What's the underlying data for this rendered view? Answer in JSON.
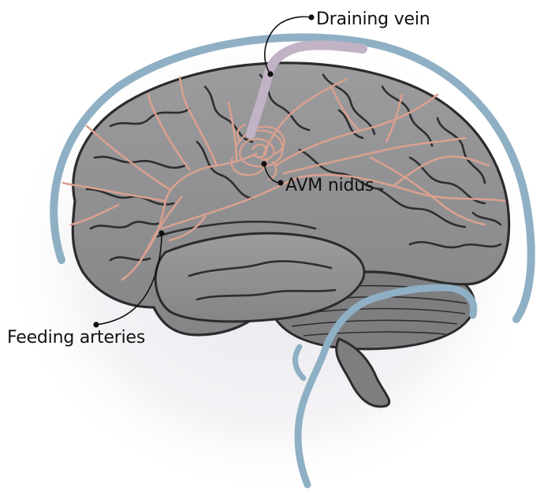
{
  "labels": {
    "draining_vein": "Draining vein",
    "avm_nidus": "AVM nidus",
    "feeding_arteries": "Feeding arteries"
  },
  "colors": {
    "brain_fill": "#8f8f91",
    "brain_outline": "#2b2b2d",
    "gyri_line": "#2e2e30",
    "cerebellum_fill": "#7e7e80",
    "artery": "#d9a08f",
    "vein_blue": "#8fb0c4",
    "draining_vein": "#c2b2c6",
    "leader_line": "#111111"
  },
  "icons": [
    "brain-illustration",
    "leader-dot"
  ]
}
